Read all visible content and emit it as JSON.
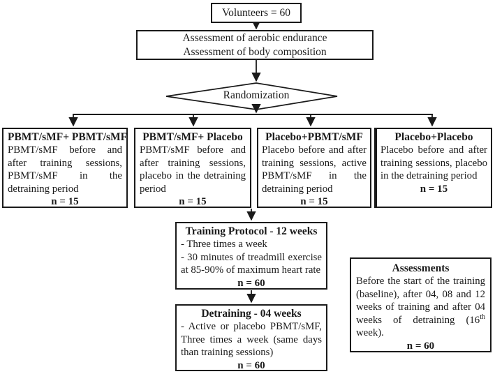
{
  "colors": {
    "ink": "#1a1a1a",
    "background": "#ffffff"
  },
  "boxes": {
    "volunteers": {
      "text": "Volunteers = 60"
    },
    "assessment": {
      "line1": "Assessment of aerobic endurance",
      "line2": "Assessment of body composition"
    },
    "randomization": {
      "text": "Randomization"
    },
    "group1": {
      "title": "PBMT/sMF+ PBMT/sMF",
      "body": "PBMT/sMF before and after training sessions, PBMT/sMF in the detraining period",
      "n": "n = 15"
    },
    "group2": {
      "title": "PBMT/sMF+ Placebo",
      "body": "PBMT/sMF before and after training sessions, placebo in the detraining period",
      "n": "n = 15"
    },
    "group3": {
      "title": "Placebo+PBMT/sMF",
      "body": "Placebo before and after training sessions, active PBMT/sMF in the detraining period",
      "n": "n = 15"
    },
    "group4": {
      "title": "Placebo+Placebo",
      "body": "Placebo before and after training sessions, placebo in the detraining period",
      "n": "n = 15"
    },
    "training": {
      "title": "Training Protocol - 12 weeks",
      "line1": "- Three times a week",
      "line2": "- 30 minutes of treadmill exercise at 85-90% of maximum heart rate",
      "n": "n = 60"
    },
    "detraining": {
      "title": "Detraining - 04 weeks",
      "body": "- Active or placebo PBMT/sMF, Three times a week (same days than training sessions)",
      "n": "n = 60"
    },
    "assessments": {
      "title": "Assessments",
      "body_pre": "Before the start of the training (baseline), after 04, 08 and 12 weeks of training and after 04 weeks of detraining (16",
      "sup": "th",
      "body_post": " week).",
      "n": "n = 60"
    }
  }
}
